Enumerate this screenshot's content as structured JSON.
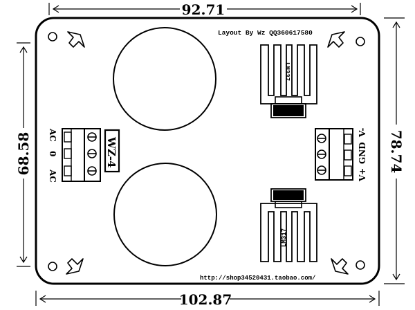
{
  "dimensions": {
    "top": "92.71",
    "bottom": "102.87",
    "left": "68.58",
    "right": "78.74"
  },
  "board": {
    "layout_credit": "Layout By Wz QQ360617580",
    "url": "http://shop34520431.taobao.com/",
    "logo_text": "WZ-4"
  },
  "regulators": {
    "top_label": "LM337",
    "bottom_label": "LM317"
  },
  "terminals": {
    "left": [
      "AC",
      "0",
      "AC"
    ],
    "right": [
      "V+",
      "GND",
      "V-"
    ]
  },
  "colors": {
    "line": "#000000",
    "background": "#ffffff"
  }
}
